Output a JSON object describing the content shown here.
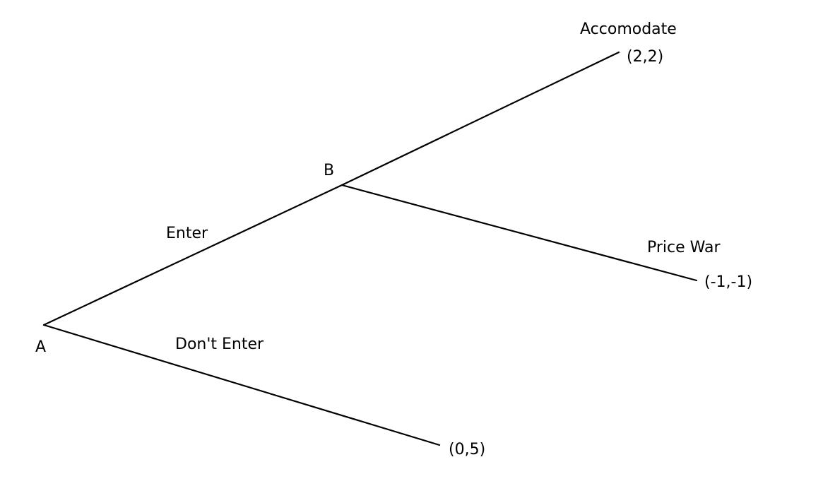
{
  "nodes": {
    "a_label": "A",
    "b_label": "B"
  },
  "moves": {
    "enter": "Enter",
    "dont_enter": "Don't Enter",
    "accommodate": "Accomodate",
    "price_war": "Price War"
  },
  "payoffs": {
    "accommodate": "(2,2)",
    "price_war": "(-1,-1)",
    "dont_enter": "(0,5)"
  }
}
